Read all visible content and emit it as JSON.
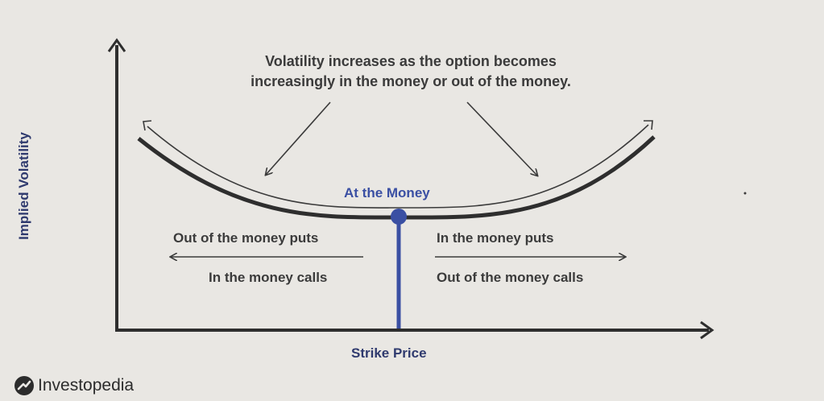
{
  "title_line1": "Volatility increases as the option becomes",
  "title_line2": "increasingly in the money or out of the money.",
  "at_the_money": "At the Money",
  "left_top": "Out of the money puts",
  "left_bottom": "In the money calls",
  "right_top": "In the money puts",
  "right_bottom": "Out of the money calls",
  "x_axis_label": "Strike Price",
  "y_axis_label": "Implied Volatility",
  "brand": "Investopedia",
  "colors": {
    "background": "#e9e7e3",
    "curve": "#2e2e2e",
    "accent": "#3a4fa3",
    "text": "#3b3b3b"
  }
}
